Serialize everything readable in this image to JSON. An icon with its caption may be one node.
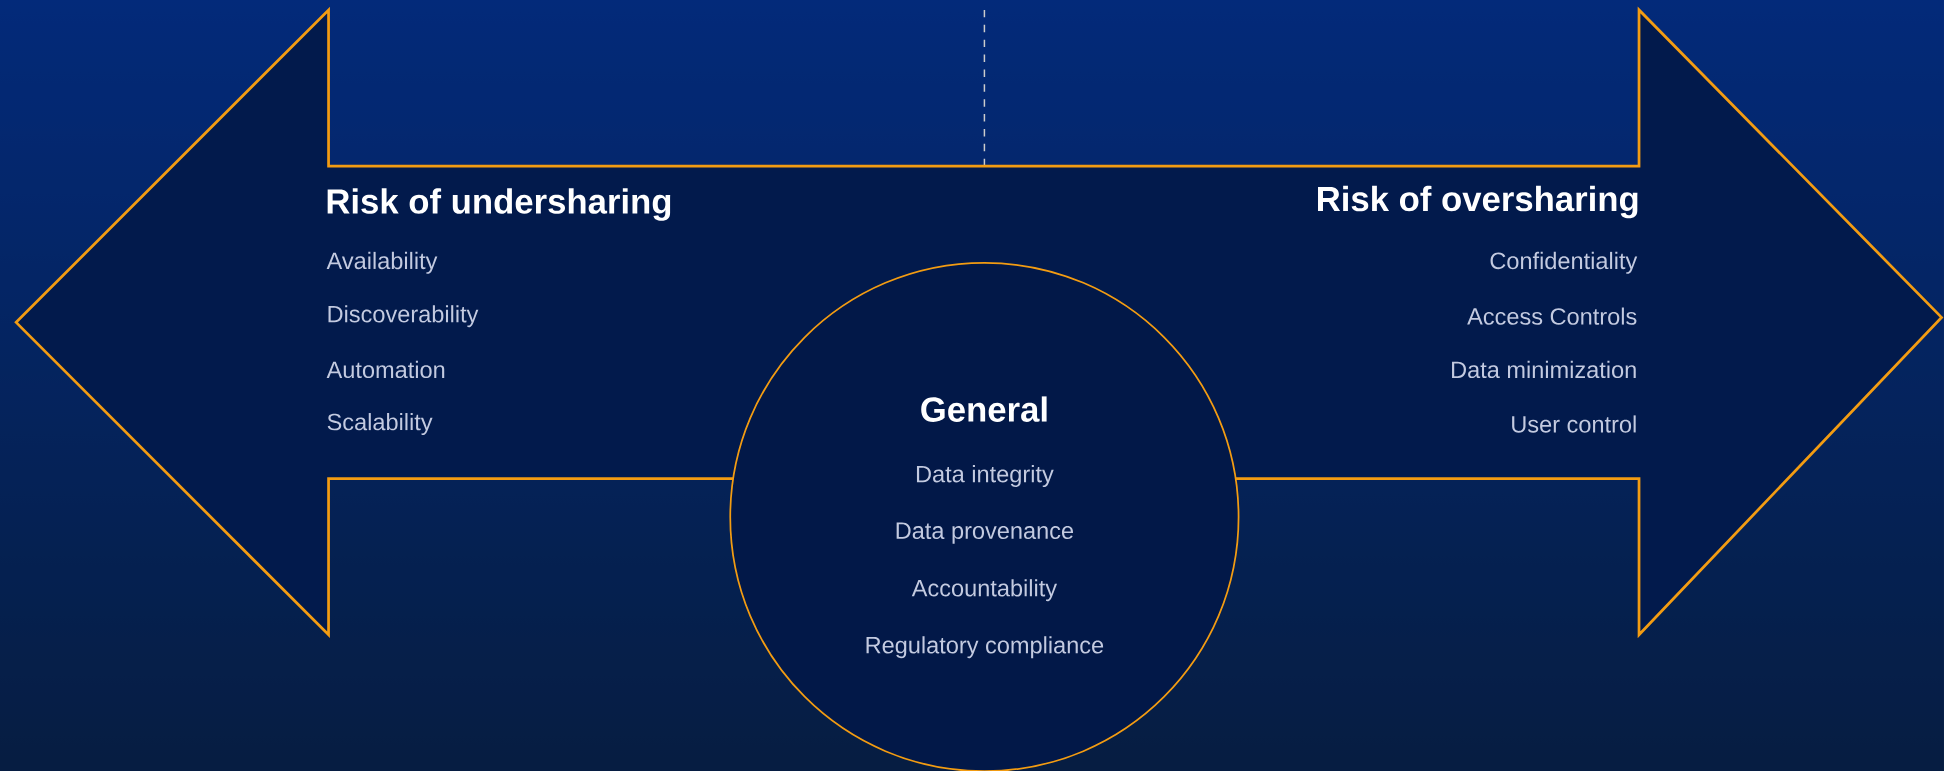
{
  "diagram": {
    "nodes": [
      {
        "text": [
          "Risk of undersharing",
          "Availability",
          "Discoverability",
          "Automation",
          "Scalability",
          "Risk of oversharing",
          "Confidentiality",
          "Access Controls",
          "Data minimization",
          "User control"
        ]
      },
      {
        "text": [
          "General",
          "Data integrity",
          "Data provenance",
          "Accountability",
          "Regulatory compliance"
        ]
      }
    ]
  }
}
